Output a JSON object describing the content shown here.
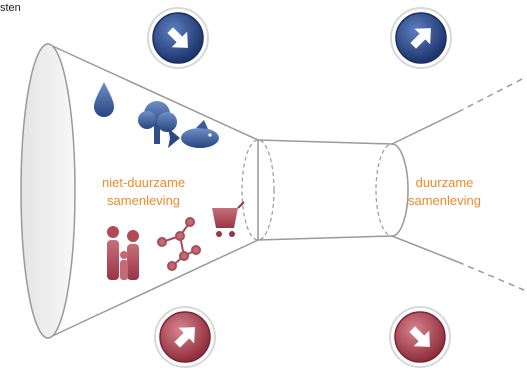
{
  "corner_text": "sten",
  "labels": {
    "left_line1": "niet-duurzame",
    "left_line2": "samenleving",
    "right_line1": "duurzame",
    "right_line2": "samenleving"
  },
  "colors": {
    "blue": "#2d4a8a",
    "red": "#b94a5a",
    "orange": "#f0892b",
    "outline": "#8a8a8a"
  },
  "icons": {
    "top_left": "arrow-down-right-icon",
    "top_right": "arrow-up-right-icon",
    "bottom_left": "arrow-up-right-icon",
    "bottom_right": "arrow-down-right-icon"
  }
}
